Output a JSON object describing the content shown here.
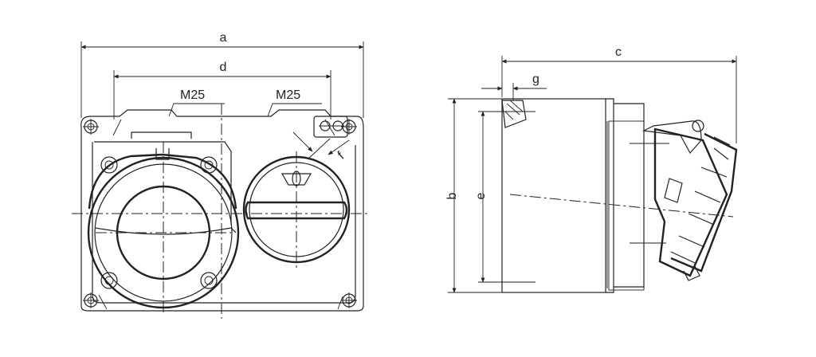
{
  "dimensions": {
    "a": "a",
    "b": "b",
    "c": "c",
    "d": "d",
    "e": "e",
    "f": "f",
    "g": "g"
  },
  "thread_labels": [
    "M25",
    "M25"
  ],
  "colors": {
    "line": "#222222",
    "background": "#ffffff"
  },
  "icons": [
    "screw-hole-icon",
    "selector-switch-icon"
  ]
}
